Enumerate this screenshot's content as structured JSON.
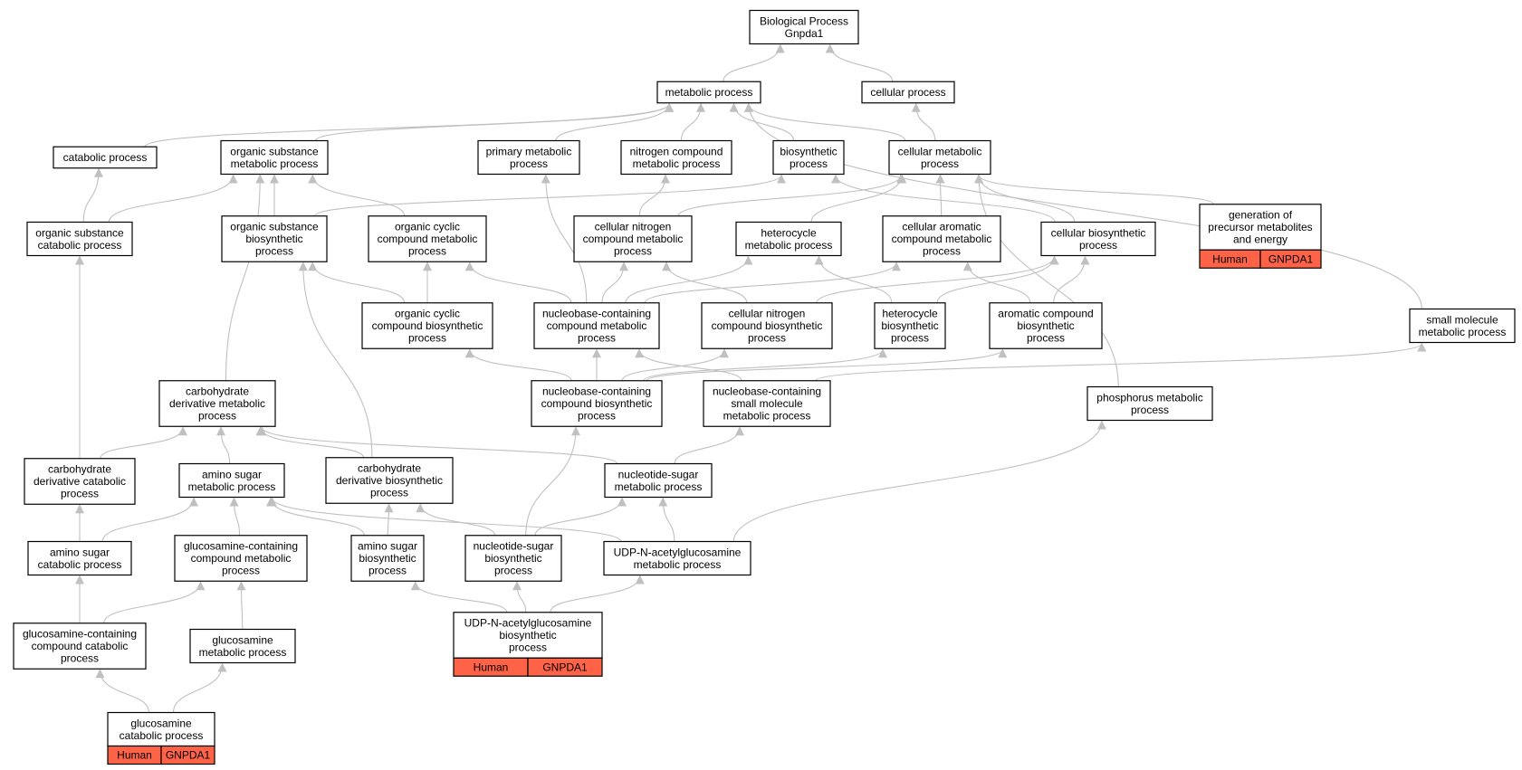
{
  "graph": {
    "annotation_color": "#ff6347",
    "edge_color": "#c0c0c0",
    "nodes": [
      {
        "id": "root",
        "lines": [
          "Biological Process",
          "Gnpda1"
        ]
      },
      {
        "id": "metabolic",
        "lines": [
          "metabolic process"
        ]
      },
      {
        "id": "cellular",
        "lines": [
          "cellular process"
        ]
      },
      {
        "id": "catabolic",
        "lines": [
          "catabolic process"
        ]
      },
      {
        "id": "orgsub_met",
        "lines": [
          "organic substance",
          "metabolic process"
        ]
      },
      {
        "id": "primary_met",
        "lines": [
          "primary metabolic",
          "process"
        ]
      },
      {
        "id": "nitrogen_met",
        "lines": [
          "nitrogen compound",
          "metabolic process"
        ]
      },
      {
        "id": "biosynthetic",
        "lines": [
          "biosynthetic",
          "process"
        ]
      },
      {
        "id": "cell_met",
        "lines": [
          "cellular metabolic",
          "process"
        ]
      },
      {
        "id": "orgsub_cat",
        "lines": [
          "organic substance",
          "catabolic process"
        ]
      },
      {
        "id": "orgsub_bio",
        "lines": [
          "organic substance",
          "biosynthetic",
          "process"
        ]
      },
      {
        "id": "orgcyc_met",
        "lines": [
          "organic cyclic",
          "compound metabolic",
          "process"
        ]
      },
      {
        "id": "cellnit_met",
        "lines": [
          "cellular nitrogen",
          "compound metabolic",
          "process"
        ]
      },
      {
        "id": "hetero_met",
        "lines": [
          "heterocycle",
          "metabolic process"
        ]
      },
      {
        "id": "cellarom_met",
        "lines": [
          "cellular aromatic",
          "compound metabolic",
          "process"
        ]
      },
      {
        "id": "cell_bio",
        "lines": [
          "cellular biosynthetic",
          "process"
        ]
      },
      {
        "id": "gen_precursor",
        "lines": [
          "generation of",
          "precursor metabolites",
          "and energy"
        ],
        "annotation": [
          "Human",
          "GNPDA1"
        ]
      },
      {
        "id": "orgcyc_bio",
        "lines": [
          "organic cyclic",
          "compound biosynthetic",
          "process"
        ]
      },
      {
        "id": "nucbase_met",
        "lines": [
          "nucleobase-containing",
          "compound metabolic",
          "process"
        ]
      },
      {
        "id": "cellnit_bio",
        "lines": [
          "cellular nitrogen",
          "compound biosynthetic",
          "process"
        ]
      },
      {
        "id": "hetero_bio",
        "lines": [
          "heterocycle",
          "biosynthetic",
          "process"
        ]
      },
      {
        "id": "arom_bio",
        "lines": [
          "aromatic compound",
          "biosynthetic",
          "process"
        ]
      },
      {
        "id": "smallmol_met",
        "lines": [
          "small molecule",
          "metabolic process"
        ]
      },
      {
        "id": "carbderiv_met",
        "lines": [
          "carbohydrate",
          "derivative metabolic",
          "process"
        ]
      },
      {
        "id": "nucbase_bio",
        "lines": [
          "nucleobase-containing",
          "compound biosynthetic",
          "process"
        ]
      },
      {
        "id": "nucbase_small",
        "lines": [
          "nucleobase-containing",
          "small molecule",
          "metabolic process"
        ]
      },
      {
        "id": "phosphorus_met",
        "lines": [
          "phosphorus metabolic",
          "process"
        ]
      },
      {
        "id": "carbderiv_cat",
        "lines": [
          "carbohydrate",
          "derivative catabolic",
          "process"
        ]
      },
      {
        "id": "aminosugar_met",
        "lines": [
          "amino sugar",
          "metabolic process"
        ]
      },
      {
        "id": "carbderiv_bio",
        "lines": [
          "carbohydrate",
          "derivative biosynthetic",
          "process"
        ]
      },
      {
        "id": "nucsugar_met",
        "lines": [
          "nucleotide-sugar",
          "metabolic process"
        ]
      },
      {
        "id": "aminosugar_cat",
        "lines": [
          "amino sugar",
          "catabolic process"
        ]
      },
      {
        "id": "glcn_cont_met",
        "lines": [
          "glucosamine-containing",
          "compound metabolic",
          "process"
        ]
      },
      {
        "id": "aminosugar_bio",
        "lines": [
          "amino sugar",
          "biosynthetic",
          "process"
        ]
      },
      {
        "id": "nucsugar_bio",
        "lines": [
          "nucleotide-sugar",
          "biosynthetic",
          "process"
        ]
      },
      {
        "id": "udpglcnac_met",
        "lines": [
          "UDP-N-acetylglucosamine",
          "metabolic process"
        ]
      },
      {
        "id": "glcn_cont_cat",
        "lines": [
          "glucosamine-containing",
          "compound catabolic",
          "process"
        ]
      },
      {
        "id": "glcn_met",
        "lines": [
          "glucosamine",
          "metabolic process"
        ]
      },
      {
        "id": "udpglcnac_bio",
        "lines": [
          "UDP-N-acetylglucosamine",
          "biosynthetic",
          "process"
        ],
        "annotation": [
          "Human",
          "GNPDA1"
        ]
      },
      {
        "id": "glcn_cat",
        "lines": [
          "glucosamine",
          "catabolic process"
        ],
        "annotation": [
          "Human",
          "GNPDA1"
        ]
      }
    ],
    "edges": [
      [
        "metabolic",
        "root"
      ],
      [
        "cellular",
        "root"
      ],
      [
        "catabolic",
        "metabolic"
      ],
      [
        "orgsub_met",
        "metabolic"
      ],
      [
        "primary_met",
        "metabolic"
      ],
      [
        "nitrogen_met",
        "metabolic"
      ],
      [
        "biosynthetic",
        "metabolic"
      ],
      [
        "cell_met",
        "metabolic"
      ],
      [
        "smallmol_met",
        "metabolic"
      ],
      [
        "cell_met",
        "cellular"
      ],
      [
        "orgsub_cat",
        "catabolic"
      ],
      [
        "orgsub_cat",
        "orgsub_met"
      ],
      [
        "orgsub_bio",
        "orgsub_met"
      ],
      [
        "orgsub_bio",
        "biosynthetic"
      ],
      [
        "orgcyc_met",
        "orgsub_met"
      ],
      [
        "carbderiv_met",
        "orgsub_met"
      ],
      [
        "cellnit_met",
        "nitrogen_met"
      ],
      [
        "cellnit_met",
        "cell_met"
      ],
      [
        "hetero_met",
        "cell_met"
      ],
      [
        "cellarom_met",
        "cell_met"
      ],
      [
        "cell_bio",
        "cell_met"
      ],
      [
        "cell_bio",
        "biosynthetic"
      ],
      [
        "gen_precursor",
        "cell_met"
      ],
      [
        "phosphorus_met",
        "cell_met"
      ],
      [
        "orgcyc_bio",
        "orgsub_bio"
      ],
      [
        "orgcyc_bio",
        "orgcyc_met"
      ],
      [
        "nucbase_met",
        "primary_met"
      ],
      [
        "nucbase_met",
        "orgcyc_met"
      ],
      [
        "nucbase_met",
        "cellnit_met"
      ],
      [
        "nucbase_met",
        "hetero_met"
      ],
      [
        "nucbase_met",
        "cellarom_met"
      ],
      [
        "cellnit_bio",
        "cellnit_met"
      ],
      [
        "cellnit_bio",
        "cell_bio"
      ],
      [
        "hetero_bio",
        "hetero_met"
      ],
      [
        "hetero_bio",
        "cell_bio"
      ],
      [
        "arom_bio",
        "cellarom_met"
      ],
      [
        "arom_bio",
        "cell_bio"
      ],
      [
        "nucbase_bio",
        "nucbase_met"
      ],
      [
        "nucbase_bio",
        "orgcyc_bio"
      ],
      [
        "nucbase_bio",
        "cellnit_bio"
      ],
      [
        "nucbase_bio",
        "hetero_bio"
      ],
      [
        "nucbase_bio",
        "arom_bio"
      ],
      [
        "nucbase_small",
        "nucbase_met"
      ],
      [
        "nucbase_small",
        "smallmol_met"
      ],
      [
        "carbderiv_cat",
        "orgsub_cat"
      ],
      [
        "carbderiv_cat",
        "carbderiv_met"
      ],
      [
        "aminosugar_met",
        "carbderiv_met"
      ],
      [
        "carbderiv_bio",
        "carbderiv_met"
      ],
      [
        "carbderiv_bio",
        "orgsub_bio"
      ],
      [
        "nucsugar_met",
        "carbderiv_met"
      ],
      [
        "nucsugar_met",
        "nucbase_small"
      ],
      [
        "aminosugar_cat",
        "carbderiv_cat"
      ],
      [
        "aminosugar_cat",
        "aminosugar_met"
      ],
      [
        "glcn_cont_met",
        "aminosugar_met"
      ],
      [
        "aminosugar_bio",
        "aminosugar_met"
      ],
      [
        "aminosugar_bio",
        "carbderiv_bio"
      ],
      [
        "nucsugar_bio",
        "carbderiv_bio"
      ],
      [
        "nucsugar_bio",
        "nucbase_bio"
      ],
      [
        "nucsugar_bio",
        "nucsugar_met"
      ],
      [
        "udpglcnac_met",
        "aminosugar_met"
      ],
      [
        "udpglcnac_met",
        "nucsugar_met"
      ],
      [
        "udpglcnac_met",
        "phosphorus_met"
      ],
      [
        "glcn_cont_cat",
        "aminosugar_cat"
      ],
      [
        "glcn_cont_cat",
        "glcn_cont_met"
      ],
      [
        "glcn_met",
        "glcn_cont_met"
      ],
      [
        "udpglcnac_bio",
        "aminosugar_bio"
      ],
      [
        "udpglcnac_bio",
        "nucsugar_bio"
      ],
      [
        "udpglcnac_bio",
        "udpglcnac_met"
      ],
      [
        "glcn_cat",
        "glcn_cont_cat"
      ],
      [
        "glcn_cat",
        "glcn_met"
      ]
    ]
  }
}
